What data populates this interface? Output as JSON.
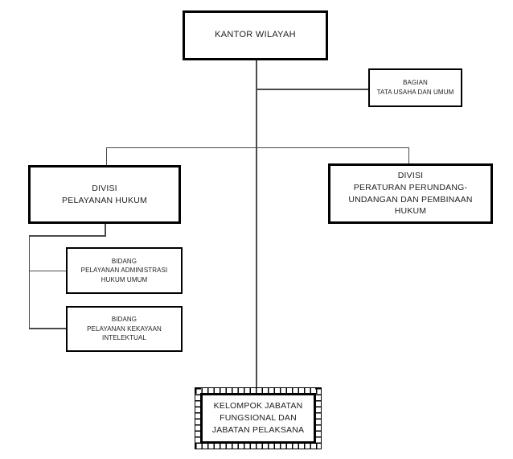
{
  "diagram": {
    "colors": {
      "background": "#ffffff",
      "box_border": "#000000",
      "connector": "#4a4a4a"
    },
    "nodes": {
      "kantor_wilayah": {
        "lines": [
          "KANTOR WILAYAH"
        ]
      },
      "bagian_tata_usaha": {
        "lines": [
          "BAGIAN",
          "TATA USAHA DAN UMUM"
        ]
      },
      "divisi_pelayanan_hukum": {
        "lines": [
          "DIVISI",
          "PELAYANAN HUKUM"
        ]
      },
      "divisi_peraturan": {
        "lines": [
          "DIVISI",
          "PERATURAN PERUNDANG-",
          "UNDANGAN DAN PEMBINAAN",
          "HUKUM"
        ]
      },
      "bidang_administrasi": {
        "lines": [
          "BIDANG",
          "PELAYANAN ADMINISTRASI",
          "HUKUM UMUM"
        ]
      },
      "bidang_kekayaan": {
        "lines": [
          "BIDANG",
          "PELAYANAN KEKAYAAN",
          "INTELEKTUAL"
        ]
      },
      "kelompok_jabatan": {
        "lines": [
          "KELOMPOK JABATAN",
          "FUNGSIONAL DAN",
          "JABATAN PELAKSANA"
        ]
      }
    }
  }
}
